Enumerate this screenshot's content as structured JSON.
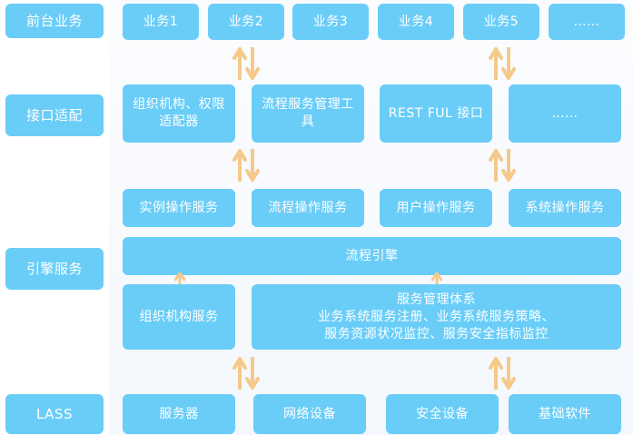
{
  "layers": {
    "frontend": "前台业务",
    "adapter": "接口适配",
    "engine": "引擎服务",
    "lass": "LASS"
  },
  "frontend_items": [
    "业务1",
    "业务2",
    "业务3",
    "业务4",
    "业务5",
    "……"
  ],
  "adapter_items": [
    "组织机构、权限适配器",
    "流程服务管理工具",
    "REST FUL 接口",
    "……"
  ],
  "operation_items": [
    "实例操作服务",
    "流程操作服务",
    "用户操作服务",
    "系统操作服务"
  ],
  "engine": {
    "flow_engine": "流程引擎",
    "org_service": "组织机构服务",
    "mgmt_title": "服务管理体系",
    "mgmt_line1": "业务系统服务注册、业务系统服务策略、",
    "mgmt_line2": "服务资源状况监控、服务安全指标监控"
  },
  "lass_items": [
    "服务器",
    "网络设备",
    "安全设备",
    "基础软件"
  ],
  "colors": {
    "box": "#6acdf8",
    "text": "#ffffff",
    "arrow": "#f5c98a"
  }
}
